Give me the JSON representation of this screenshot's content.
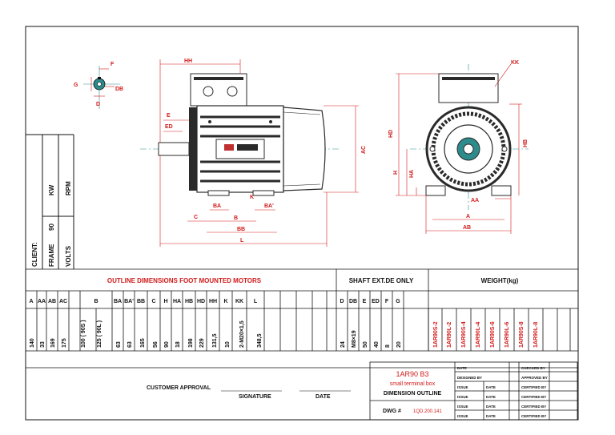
{
  "sidebar": {
    "client": "CLIENT:",
    "frame": "FRAME",
    "frame_value": "90",
    "volts": "VOLTS",
    "kw": "KW",
    "rpm": "RPM"
  },
  "drawing_labels": {
    "shaft_view": {
      "f": "F",
      "g": "G",
      "db": "DB",
      "d": "D"
    },
    "side_view": {
      "hh": "HH",
      "e": "E",
      "ed": "ED",
      "ac": "AC",
      "ba": "BA",
      "b": "B",
      "c": "C",
      "k": "K",
      "ba_prime": "BA'",
      "bb": "BB",
      "l": "L"
    },
    "end_view": {
      "kk": "KK",
      "hd": "HD",
      "hb": "HB",
      "h": "H",
      "ha": "HA",
      "aa": "AA",
      "a": "A",
      "ab": "AB"
    }
  },
  "table": {
    "title_outline": "OUTLINE DIMENSIONS FOOT MOUNTED MOTORS",
    "title_shaft": "SHAFT EXT.DE ONLY",
    "title_weight": "WEIGHT(kg)",
    "outline_headers": [
      "A",
      "AA",
      "AB",
      "AC",
      "B",
      "BA",
      "BA'",
      "BB",
      "C",
      "H",
      "HA",
      "HB",
      "HD",
      "HH",
      "K",
      "KK",
      "L"
    ],
    "outline_values": [
      "140",
      "33",
      "169",
      "175",
      "100 ( 90S )",
      "125 ( 90L )",
      "63",
      "63",
      "165",
      "56",
      "90",
      "18",
      "198",
      "229",
      "131,5",
      "10",
      "2-M20×1,5",
      "348,5"
    ],
    "shaft_headers": [
      "D",
      "DB",
      "E",
      "ED",
      "F",
      "G"
    ],
    "shaft_values": [
      "24",
      "M8×19",
      "50",
      "40",
      "8",
      "20"
    ],
    "weight_models": [
      "1AR90S-2",
      "1AR90L-2",
      "1AR90S-4",
      "1AR90L-4",
      "1AR90S-6",
      "1AR90L-6",
      "1AR90S-8",
      "1AR90L-8"
    ]
  },
  "footer": {
    "customer_approval": "CUSTOMER APPROVAL",
    "signature": "SIGNATURE",
    "date": "DATE"
  },
  "title_block": {
    "model": "1AR90  B3",
    "subtitle": "small terminal box",
    "doc_type": "DIMENSION OUTLINE",
    "dwg_label": "DWG #",
    "dwg_number": "1QD.200.141",
    "cells": {
      "date": "DATE",
      "checked_by": "CHECKED BY",
      "designed_by": "DESIGNED BY",
      "approved_by": "APPROVED BY",
      "issue": "ISSUE",
      "certified_by": "CERTIFIED BY"
    }
  },
  "colors": {
    "accent": "#d21a1a",
    "line": "#111111",
    "motor": "#2a2a2a",
    "teal": "#2e8b8b"
  }
}
